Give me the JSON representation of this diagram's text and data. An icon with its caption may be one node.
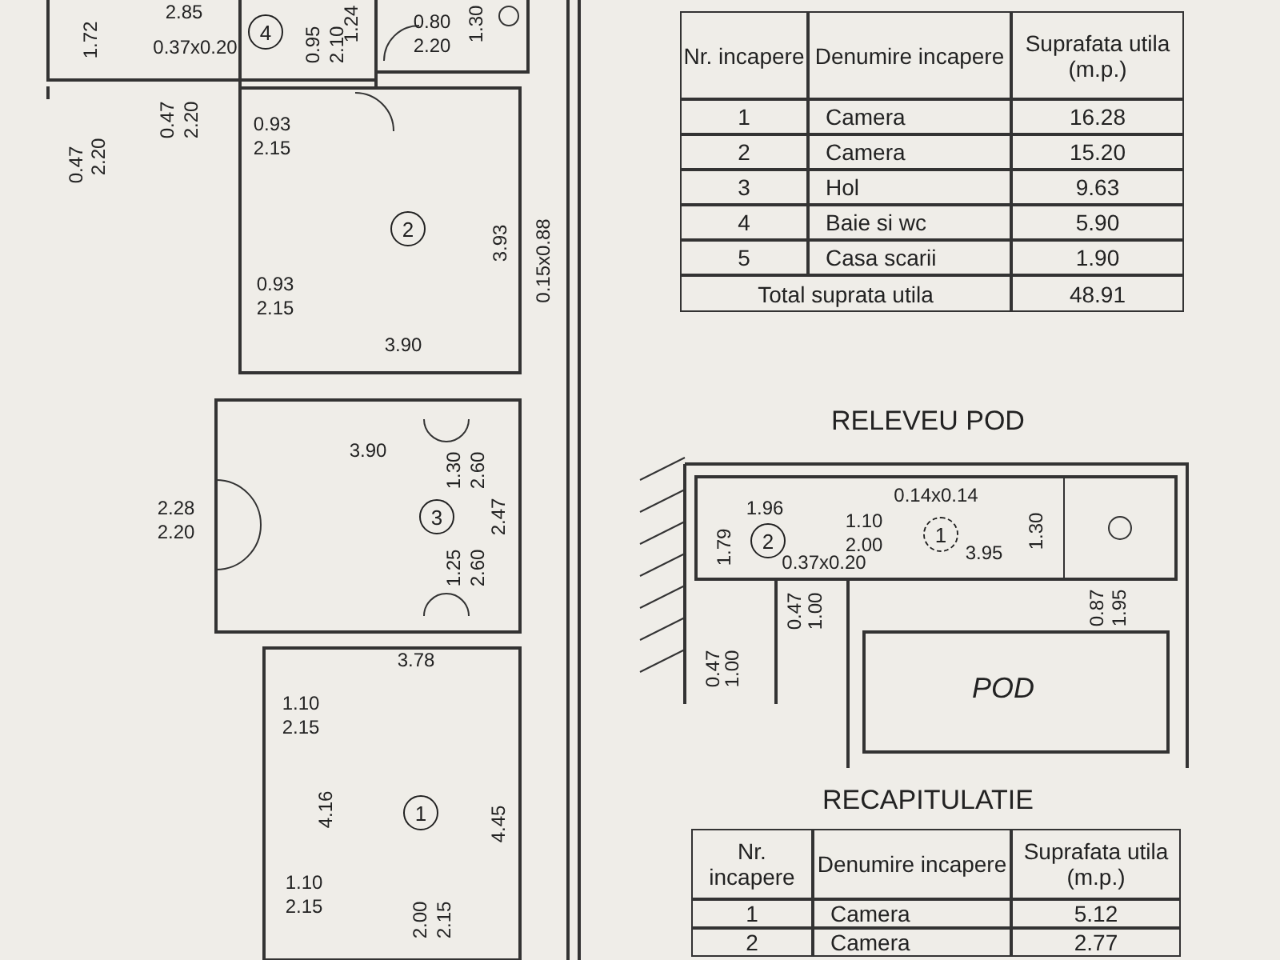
{
  "diagram": {
    "nodes": [
      {
        "text": [
          "4"
        ]
      },
      {
        "text": [
          "2"
        ]
      },
      {
        "text": [
          "3"
        ]
      },
      {
        "text": [
          "1"
        ]
      },
      {
        "text": [
          "2"
        ]
      },
      {
        "text": [
          "1"
        ]
      }
    ],
    "labels": [
      "2.85",
      "1.72",
      "1.24",
      "0.80",
      "2.20",
      "1.30",
      "0.37x0.20",
      "0.95",
      "2.10",
      "0.47",
      "2.20",
      "0.47",
      "2.20",
      "0.93",
      "2.15",
      "3.93",
      "0.15x0.88",
      "0.93",
      "2.15",
      "3.90",
      "3.90",
      "1.30",
      "2.60",
      "2.28",
      "2.20",
      "2.47",
      "1.25",
      "2.60",
      "3.78",
      "1.10",
      "2.15",
      "4.16",
      "4.45",
      "1.10",
      "2.15",
      "2.00",
      "2.15",
      "Nr. incapere",
      "Denumire incapere",
      "Suprafata utila (m.p.)",
      "1",
      "Camera",
      "16.28",
      "2",
      "Camera",
      "15.20",
      "3",
      "Hol",
      "9.63",
      "4",
      "Baie si wc",
      "5.90",
      "5",
      "Casa scarii",
      "1.90",
      "Total suprata utila",
      "48.91",
      "RELEVEU POD",
      "1.96",
      "0.14x0.14",
      "1.10",
      "2.00",
      "1.30",
      "1.79",
      "0.37x0.20",
      "3.95",
      "0.87",
      "1.95",
      "0.47",
      "1.00",
      "0.47",
      "1.00",
      "POD",
      "RECAPITULATIE",
      "Nr. incapere",
      "Denumire incapere",
      "Suprafata utila (m.p.)",
      "1",
      "Camera",
      "5.12",
      "2",
      "Camera",
      "2.77"
    ]
  }
}
